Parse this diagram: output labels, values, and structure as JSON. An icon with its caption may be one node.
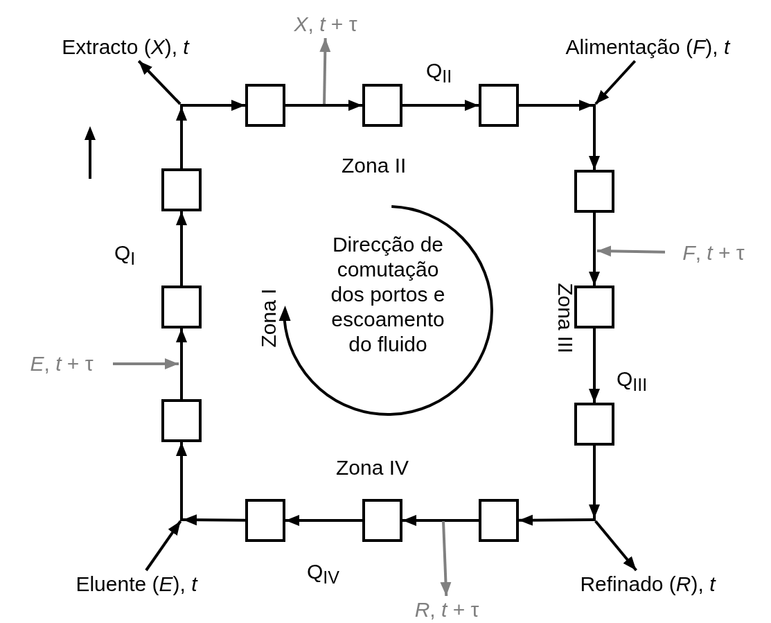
{
  "diagram": {
    "nodes": [
      {
        "text": [
          "Extracto (*X*), *t*"
        ]
      },
      {
        "text": [
          "*X*, *t* + τ"
        ]
      },
      {
        "text": [
          "Alimentação (*F*), *t*"
        ]
      },
      {
        "text": [],
        "shape": "point"
      },
      {
        "text": [],
        "shape": "box"
      },
      {
        "text": [],
        "shape": "box"
      },
      {
        "text": [],
        "shape": "box"
      },
      {
        "text": [],
        "shape": "point"
      },
      {
        "text": [],
        "shape": "box"
      },
      {
        "text": [],
        "shape": "box"
      },
      {
        "text": [],
        "shape": "box"
      },
      {
        "text": [],
        "shape": "box"
      },
      {
        "text": [],
        "shape": "box"
      },
      {
        "text": [],
        "shape": "box"
      },
      {
        "text": [
          "*F*, *t* + τ"
        ]
      },
      {
        "text": [
          "*E*, *t* + τ"
        ]
      },
      {
        "text": [],
        "shape": "point"
      },
      {
        "text": [],
        "shape": "box"
      },
      {
        "text": [],
        "shape": "box"
      },
      {
        "text": [],
        "shape": "box"
      },
      {
        "text": [],
        "shape": "point"
      },
      {
        "text": [
          "Eluente (*E*), *t*"
        ]
      },
      {
        "text": [
          "Refinado (*R*), *t*"
        ]
      },
      {
        "text": [
          "*R*, *t* + τ"
        ]
      }
    ],
    "edges": [
      {
        "from": 3,
        "to": 0,
        "arrow": "to"
      },
      {
        "from": null,
        "to": 1,
        "arrow": "to",
        "color": "#808080"
      },
      {
        "from": 2,
        "to": 7,
        "arrow": "to"
      },
      {
        "from": 3,
        "to": 4,
        "arrow": "to"
      },
      {
        "from": 4,
        "to": 5,
        "arrow": "to"
      },
      {
        "from": 5,
        "to": 6,
        "arrow": "to"
      },
      {
        "from": 6,
        "to": 7,
        "arrow": "to"
      },
      {
        "from": 7,
        "to": 9,
        "arrow": "to"
      },
      {
        "from": 9,
        "to": 11,
        "arrow": "to"
      },
      {
        "from": 11,
        "to": 13,
        "arrow": "to"
      },
      {
        "from": 13,
        "to": 20,
        "arrow": "to"
      },
      {
        "from": 20,
        "to": 19,
        "arrow": "to"
      },
      {
        "from": 19,
        "to": 18,
        "arrow": "to"
      },
      {
        "from": 18,
        "to": 17,
        "arrow": "to"
      },
      {
        "from": 17,
        "to": 16,
        "arrow": "to"
      },
      {
        "from": 16,
        "to": 12,
        "arrow": "to"
      },
      {
        "from": 12,
        "to": 10,
        "arrow": "to"
      },
      {
        "from": 10,
        "to": 8,
        "arrow": "to"
      },
      {
        "from": 8,
        "to": 3,
        "arrow": "to"
      },
      {
        "from": 14,
        "to": null,
        "arrow": "to",
        "color": "#808080"
      },
      {
        "from": 15,
        "to": null,
        "arrow": "to",
        "color": "#808080"
      },
      {
        "from": 21,
        "to": 16,
        "arrow": "to"
      },
      {
        "from": 20,
        "to": 22,
        "arrow": "to"
      },
      {
        "from": null,
        "to": 23,
        "arrow": "to",
        "color": "#808080"
      }
    ],
    "labels": [
      "Q$_{II}$",
      "Zona II",
      "Q$_{I}$",
      "Zona I",
      "Direcção de comutação dos portos e escoamento do fluido",
      "Zona III",
      "Q$_{III}$",
      "Zona IV",
      "Q$_{IV}$"
    ]
  }
}
